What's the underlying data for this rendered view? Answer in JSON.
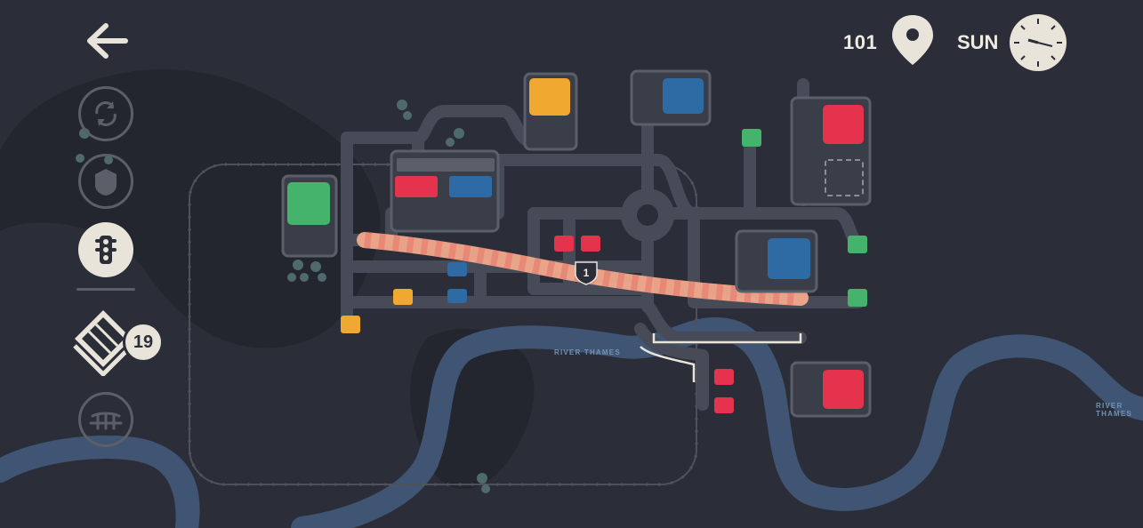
{
  "hud": {
    "score": "101",
    "score_icon": "location-pin-icon",
    "day": "SUN",
    "clock_icon": "clock-icon"
  },
  "sidebar": {
    "back_icon": "back-arrow-icon",
    "items": [
      {
        "name": "rotate-tool",
        "icon": "rotate-arrows-icon",
        "state": "disabled"
      },
      {
        "name": "roundabout-tool",
        "icon": "roundabout-icon",
        "state": "disabled"
      },
      {
        "name": "traffic-light-tool",
        "icon": "traffic-light-icon",
        "state": "selected"
      },
      {
        "name": "road-tiles-tool",
        "icon": "road-tiles-icon",
        "state": "available"
      },
      {
        "name": "bridge-tool",
        "icon": "bridge-icon",
        "state": "disabled"
      }
    ],
    "road_count": "19"
  },
  "map": {
    "river_labels": [
      "RIVER THAMES",
      "RIVER THAMES"
    ],
    "motorway_marker": "1",
    "colors": {
      "background": "#2b2e38",
      "road": "#474b57",
      "river": "#3f5573",
      "red": "#e5334e",
      "blue": "#2e6aa3",
      "yellow": "#f0a830",
      "green": "#45b36c",
      "motorway": "#f2a98c"
    }
  }
}
